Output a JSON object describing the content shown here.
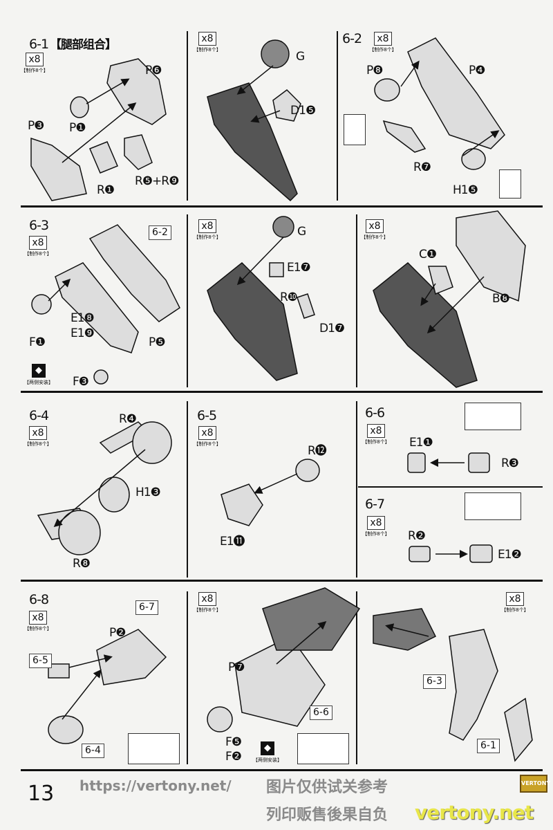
{
  "page_number": "13",
  "common": {
    "qty": "x8",
    "qty_note": "【制作8个】",
    "side_note": "【两侧安装】"
  },
  "s6_1": {
    "title": "6-1",
    "subtitle": "【腿部组合】",
    "parts": [
      "P❻",
      "P❶",
      "P❸",
      "R❶",
      "R❺+R❾"
    ]
  },
  "s6_1b": {
    "parts": [
      "G",
      "D1❺"
    ]
  },
  "s6_2": {
    "title": "6-2",
    "parts": [
      "P❽",
      "P❹",
      "R❼",
      "H1❺"
    ]
  },
  "s6_3": {
    "title": "6-3",
    "ref": "6-2",
    "parts": [
      "F❶",
      "E1❽",
      "E1❾",
      "P❺",
      "F❸"
    ]
  },
  "s6_3b": {
    "parts": [
      "G",
      "E1❼",
      "R❿",
      "D1❼"
    ]
  },
  "s6_3c": {
    "parts": [
      "C❶",
      "B❽"
    ]
  },
  "s6_4": {
    "title": "6-4",
    "parts": [
      "R❹",
      "H1❸",
      "R❽"
    ]
  },
  "s6_5": {
    "title": "6-5",
    "parts": [
      "R⓬",
      "E1⓫"
    ]
  },
  "s6_6": {
    "title": "6-6",
    "parts": [
      "E1❶",
      "R❸"
    ]
  },
  "s6_7": {
    "title": "6-7",
    "parts": [
      "R❷",
      "E1❷"
    ]
  },
  "s6_8": {
    "title": "6-8",
    "refs": [
      "6-7",
      "6-5",
      "6-4"
    ],
    "parts": [
      "P❷"
    ]
  },
  "s6_8b": {
    "refs": [
      "6-6"
    ],
    "parts": [
      "P❼",
      "F❺",
      "F❷"
    ]
  },
  "s6_8c": {
    "refs": [
      "6-3",
      "6-1"
    ]
  },
  "watermark": {
    "url": "https://vertony.net/",
    "line1": "图片仅供试关参考",
    "line2": "列印贩售後果自负",
    "site": "vertony.net",
    "logo": "VERTONY"
  }
}
